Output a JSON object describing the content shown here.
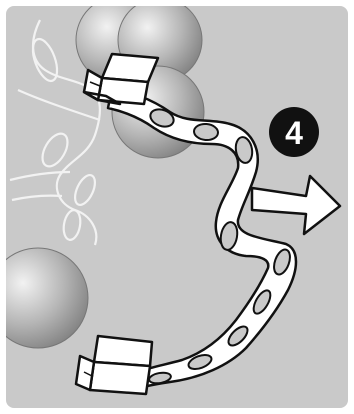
{
  "step": {
    "number": "4"
  },
  "colors": {
    "background": "#c9c9c9",
    "frame_border": "#ffffff",
    "line": "#111111",
    "part_fill": "#ffffff",
    "ghost_line": "#eeeeee",
    "sphere_light": "#e6e6e6",
    "sphere_dark": "#8f8f8f",
    "arrow_fill": "#ffffff",
    "badge_fill": "#111111",
    "badge_text": "#ffffff"
  },
  "icons": {
    "step_badge": "filled-circle",
    "direction": "right-arrow"
  }
}
